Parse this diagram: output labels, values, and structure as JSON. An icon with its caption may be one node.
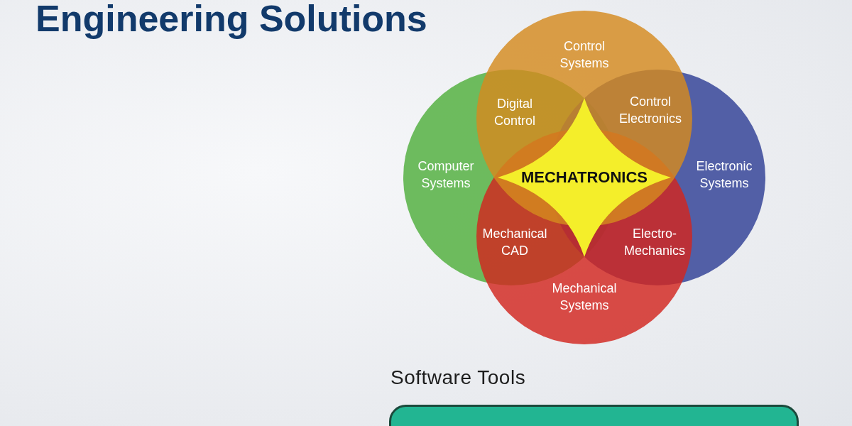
{
  "diagram": {
    "title": "Engineering Solutions",
    "nodes": [
      {
        "text": [
          "Control Systems"
        ]
      },
      {
        "text": [
          "Computer Systems"
        ]
      },
      {
        "text": [
          "Electronic Systems"
        ]
      },
      {
        "text": [
          "Mechanical Systems"
        ]
      },
      {
        "text": [
          "MECHATRONICS"
        ]
      },
      {
        "text": [],
        "shape": "box"
      }
    ],
    "edges": [],
    "labels": [
      "Digital Control",
      "Control Electronics",
      "Mechanical CAD",
      "Electro- Mechanics",
      "Software Tools"
    ]
  }
}
